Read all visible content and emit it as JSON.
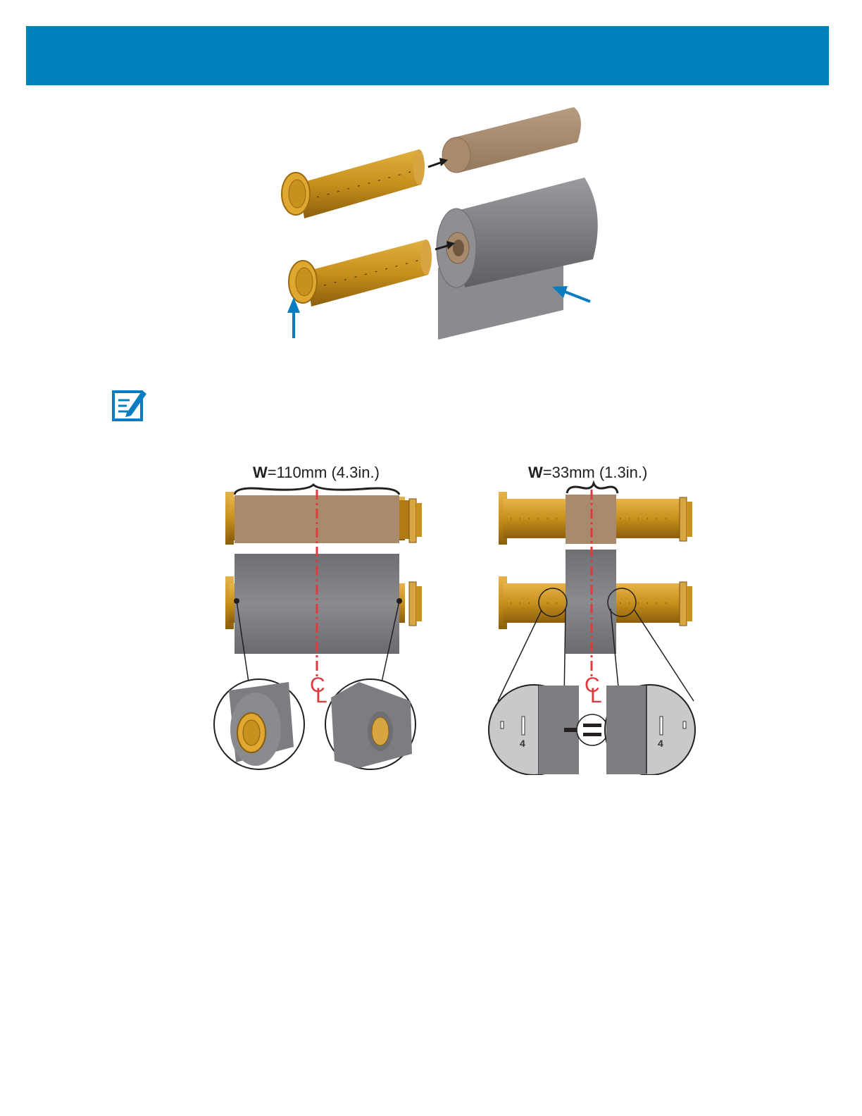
{
  "header": {
    "color": "#0080bb"
  },
  "figure_spindles": {
    "label": "ribbon-core-and-roll-loading-diagram"
  },
  "note": {
    "icon": "note-pencil-icon"
  },
  "figure_alignment": {
    "left": {
      "w_prefix": "W",
      "w_value": "=110mm (4.3in.)",
      "centerline": "CL"
    },
    "right": {
      "w_prefix": "W",
      "w_value": "=33mm (1.3in.)",
      "centerline": "CL",
      "zoom_scale_value": "4"
    }
  },
  "colors": {
    "spindle": "#c8901c",
    "core": "#a88a6c",
    "ribbon": "#808285",
    "accent": "#0a7dc0",
    "centerline": "#e03a3e"
  }
}
